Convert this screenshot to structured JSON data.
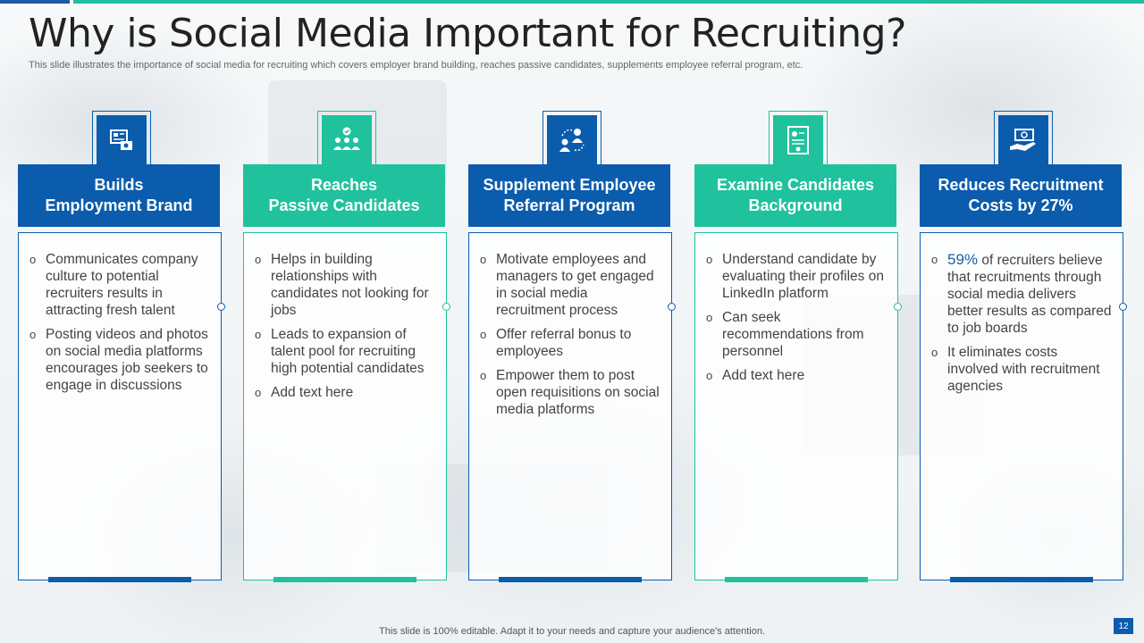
{
  "slide": {
    "title": "Why is Social Media Important for Recruiting?",
    "subtitle": "This slide illustrates the importance of social media for recruiting which covers employer brand building, reaches passive candidates, supplements employee referral program, etc.",
    "footer": "This slide is 100% editable. Adapt it to your needs and capture your audience's attention.",
    "page_number": "12"
  },
  "colors": {
    "blue": "#0b5cad",
    "teal": "#1fc29c"
  },
  "cards": [
    {
      "icon": "brand-icon",
      "heading_line1": "Builds",
      "heading_line2": "Employment Brand",
      "bullets": [
        "Communicates company culture to potential recruiters results in attracting fresh talent",
        "Posting videos and photos on social media platforms encourages job seekers to engage in discussions"
      ]
    },
    {
      "icon": "group-check-icon",
      "heading_line1": "Reaches",
      "heading_line2": "Passive Candidates",
      "bullets": [
        "Helps in building relationships with candidates not looking for jobs",
        "Leads to expansion of talent pool for recruiting high potential candidates",
        "Add text here"
      ]
    },
    {
      "icon": "referral-icon",
      "heading_line1": "Supplement Employee",
      "heading_line2": "Referral Program",
      "bullets": [
        "Motivate employees and managers to get engaged in social media recruitment process",
        "Offer referral bonus to employees",
        "Empower them to post open requisitions on social media platforms"
      ]
    },
    {
      "icon": "certificate-icon",
      "heading_line1": "Examine Candidates",
      "heading_line2": "Background",
      "bullets": [
        "Understand candidate by evaluating their profiles on LinkedIn platform",
        "Can seek recommendations from personnel",
        "Add text here"
      ]
    },
    {
      "icon": "money-hand-icon",
      "heading_line1": "Reduces Recruitment",
      "heading_line2": "Costs by 27%",
      "stat": "59%",
      "bullets": [
        " of recruiters believe that recruitments through social media delivers better results as compared to job boards",
        "It eliminates costs involved with recruitment agencies"
      ]
    }
  ],
  "bullet_marker": "o"
}
